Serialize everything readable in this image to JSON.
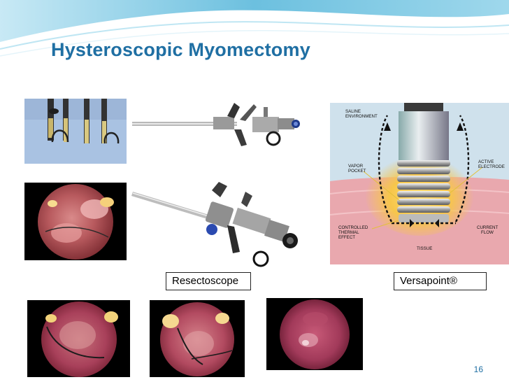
{
  "slide": {
    "title": "Hysteroscopic Myomectomy",
    "page_number": "16"
  },
  "captions": {
    "resectoscope": "Resectoscope",
    "versapoint": "Versapoint®"
  },
  "diagram_labels": {
    "saline": [
      "SALINE",
      "ENVIRONMENT"
    ],
    "vapor": [
      "VAPOR",
      "POCKET"
    ],
    "active": [
      "ACTIVE",
      "ELECTRODE"
    ],
    "controlled": [
      "CONTROLLED",
      "THERMAL",
      "EFFECT"
    ],
    "current": [
      "CURRENT",
      "FLOW"
    ],
    "tissue": "TISSUE"
  },
  "colors": {
    "title": "#1f6fa3",
    "wave": "#5fb8d8",
    "tissue": "#e9a8ae",
    "glow": "#f7c64a"
  }
}
